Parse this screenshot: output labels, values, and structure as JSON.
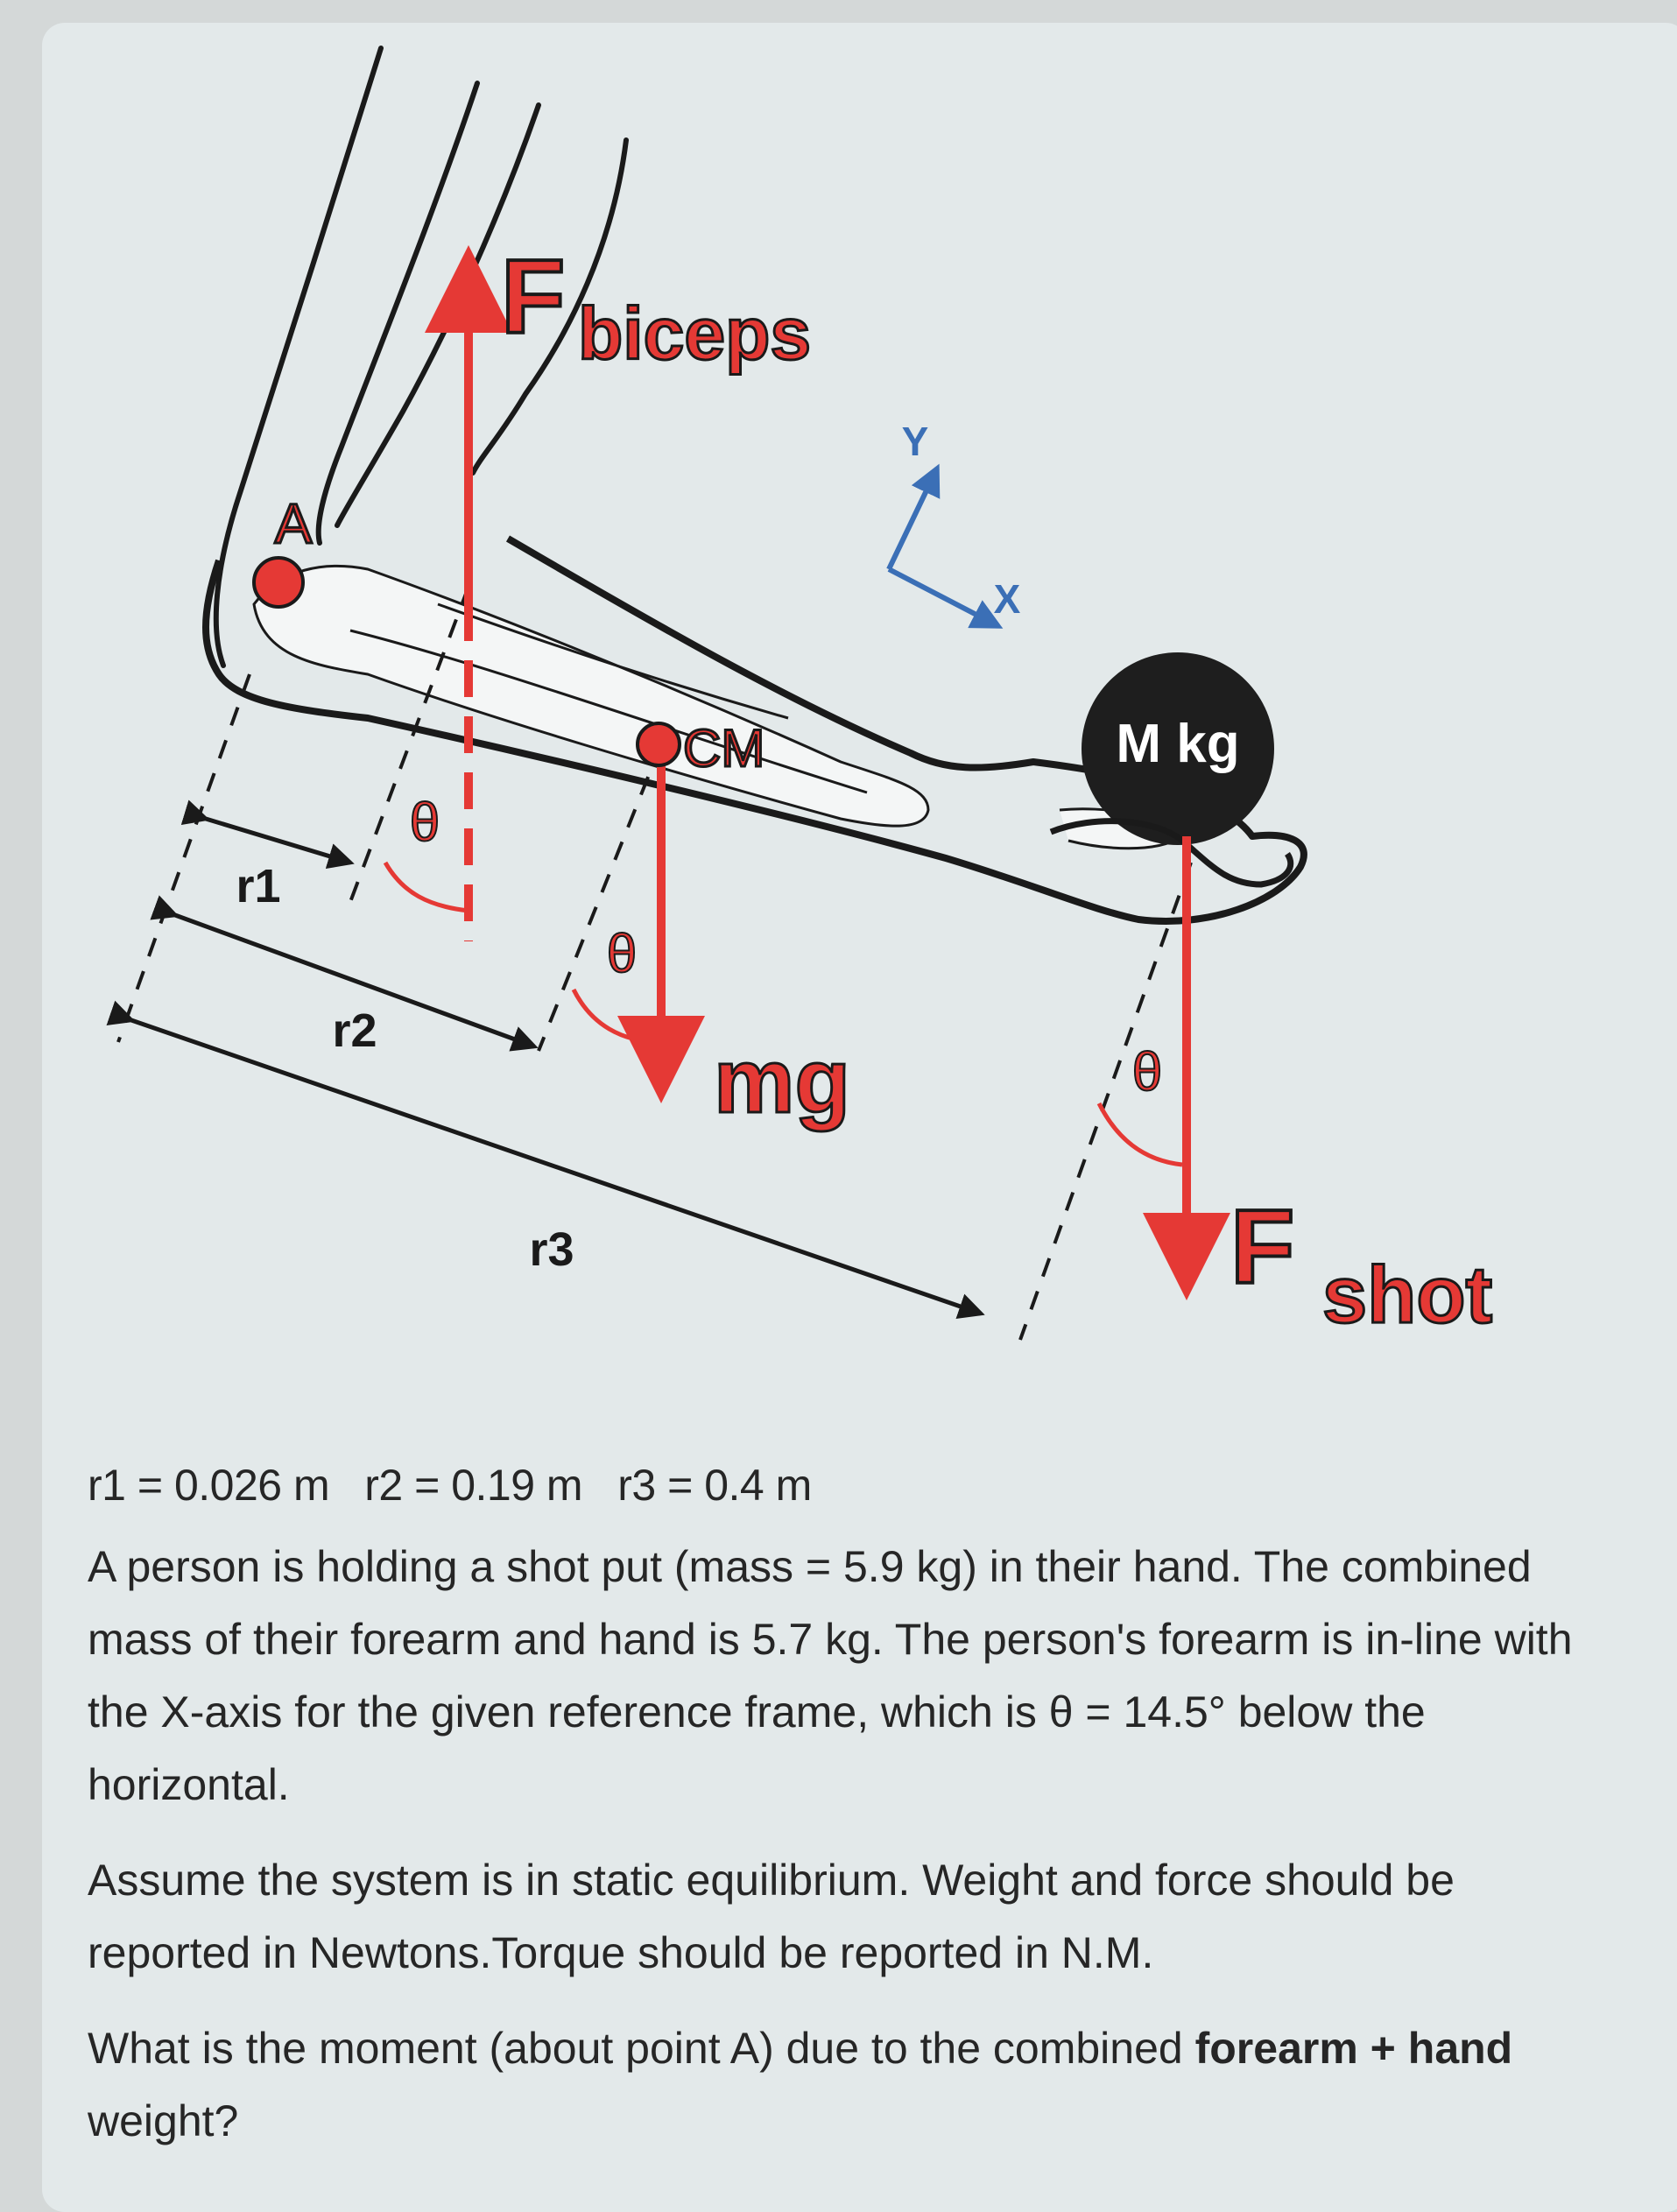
{
  "diagram": {
    "point_a": "A",
    "force_main": "F",
    "biceps_sub": "biceps",
    "axis_y": "Y",
    "axis_x": "X",
    "cm": "CM",
    "mass_label": "M kg",
    "theta": "θ",
    "r1": "r1",
    "r2": "r2",
    "r3": "r3",
    "mg": "mg",
    "shot_force": "F",
    "shot_sub": "shot"
  },
  "text": {
    "vars": "r1 = 0.026 m   r2 = 0.19 m   r3 = 0.4 m",
    "p1": [
      "A person is holding a shot put (mass = 5.9 kg) in their hand. The combined",
      "mass of their forearm and hand is 5.7 kg. The person's forearm is in-line with",
      "the X-axis for the given reference frame, which is θ = 14.5° below the",
      "horizontal."
    ],
    "p2": [
      "Assume the system is in static equilibrium. Weight and force should be",
      "reported in Newtons.Torque should be reported in N.M."
    ],
    "q_pre": "What is the moment (about point A) due to the combined ",
    "q_bold": "forearm + hand",
    "q_end": "weight?"
  },
  "colors": {
    "force_red": "#e53935",
    "axis_blue": "#3b6fb6",
    "ink": "#1a1a1a"
  }
}
